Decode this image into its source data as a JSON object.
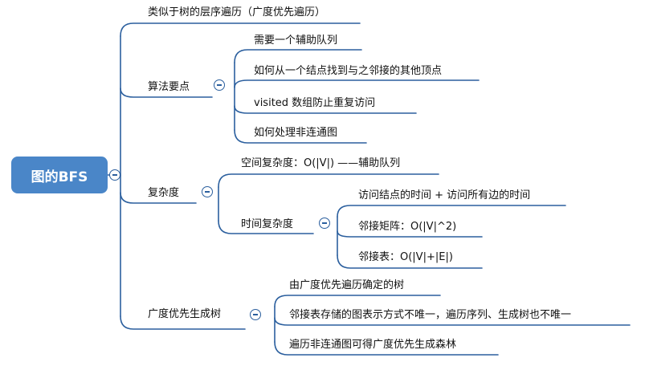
{
  "root": {
    "label": "图的BFS"
  },
  "branches": {
    "b1": {
      "label": "类似于树的层序遍历（广度优先遍历）"
    },
    "b2": {
      "label": "算法要点",
      "children": [
        "需要一个辅助队列",
        "如何从一个结点找到与之邻接的其他顶点",
        "visited 数组防止重复访问",
        "如何处理非连通图"
      ]
    },
    "b3": {
      "label": "复杂度",
      "space": "空间复杂度：O(|V|) ——辅助队列",
      "time": {
        "label": "时间复杂度",
        "children": [
          "访问结点的时间 + 访问所有边的时间",
          "邻接矩阵：O(|V|^2)",
          "邻接表：O(|V|+|E|)"
        ]
      }
    },
    "b4": {
      "label": "广度优先生成树",
      "children": [
        "由广度优先遍历确定的树",
        "邻接表存储的图表示方式不唯一，遍历序列、生成树也不唯一",
        "遍历非连通图可得广度优先生成森林"
      ]
    }
  },
  "colors": {
    "root_fill": "#4a86c8",
    "line": "#2b5f9e"
  },
  "icons": {
    "collapse": "minus-circle-icon"
  }
}
